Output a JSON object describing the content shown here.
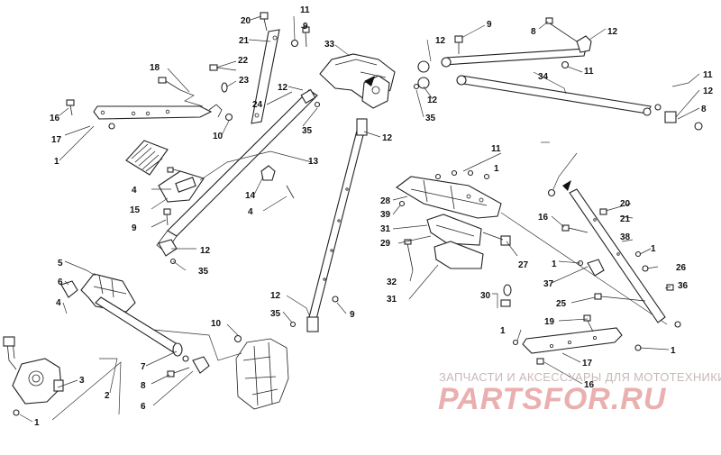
{
  "callouts": [
    {
      "id": "c20a",
      "text": "20"
    },
    {
      "id": "c11a",
      "text": "11"
    },
    {
      "id": "c9a",
      "text": "9"
    },
    {
      "id": "c21a",
      "text": "21"
    },
    {
      "id": "c33",
      "text": "33"
    },
    {
      "id": "c12a",
      "text": "12"
    },
    {
      "id": "c9b",
      "text": "9"
    },
    {
      "id": "c8a",
      "text": "8"
    },
    {
      "id": "c12b",
      "text": "12"
    },
    {
      "id": "c18",
      "text": "18"
    },
    {
      "id": "c22",
      "text": "22"
    },
    {
      "id": "c23",
      "text": "23"
    },
    {
      "id": "c11b",
      "text": "11"
    },
    {
      "id": "c34",
      "text": "34"
    },
    {
      "id": "c11c",
      "text": "11"
    },
    {
      "id": "c12c",
      "text": "12"
    },
    {
      "id": "c12d",
      "text": "12"
    },
    {
      "id": "c24",
      "text": "24"
    },
    {
      "id": "c16a",
      "text": "16"
    },
    {
      "id": "c17a",
      "text": "17"
    },
    {
      "id": "c10a",
      "text": "10"
    },
    {
      "id": "c35a",
      "text": "35"
    },
    {
      "id": "c35b",
      "text": "35"
    },
    {
      "id": "c12e",
      "text": "12"
    },
    {
      "id": "c12f",
      "text": "12"
    },
    {
      "id": "c8b",
      "text": "8"
    },
    {
      "id": "c1a",
      "text": "1"
    },
    {
      "id": "c13",
      "text": "13"
    },
    {
      "id": "c4a",
      "text": "4"
    },
    {
      "id": "c11d",
      "text": "11"
    },
    {
      "id": "c1b",
      "text": "1"
    },
    {
      "id": "c14",
      "text": "14"
    },
    {
      "id": "c4b",
      "text": "4"
    },
    {
      "id": "c28",
      "text": "28"
    },
    {
      "id": "c15",
      "text": "15"
    },
    {
      "id": "c39",
      "text": "39"
    },
    {
      "id": "c20b",
      "text": "20"
    },
    {
      "id": "c31a",
      "text": "31"
    },
    {
      "id": "c16b",
      "text": "16"
    },
    {
      "id": "c21b",
      "text": "21"
    },
    {
      "id": "c9c",
      "text": "9"
    },
    {
      "id": "c29",
      "text": "29"
    },
    {
      "id": "c38",
      "text": "38"
    },
    {
      "id": "c1c",
      "text": "1"
    },
    {
      "id": "c12g",
      "text": "12"
    },
    {
      "id": "c27",
      "text": "27"
    },
    {
      "id": "c35c",
      "text": "35"
    },
    {
      "id": "c1d",
      "text": "1"
    },
    {
      "id": "c26",
      "text": "26"
    },
    {
      "id": "c32",
      "text": "32"
    },
    {
      "id": "c5",
      "text": "5"
    },
    {
      "id": "c37",
      "text": "37"
    },
    {
      "id": "c36",
      "text": "36"
    },
    {
      "id": "c6a",
      "text": "6"
    },
    {
      "id": "c31b",
      "text": "31"
    },
    {
      "id": "c12h",
      "text": "12"
    },
    {
      "id": "c30",
      "text": "30"
    },
    {
      "id": "c25",
      "text": "25"
    },
    {
      "id": "c4c",
      "text": "4"
    },
    {
      "id": "c35d",
      "text": "35"
    },
    {
      "id": "c9d",
      "text": "9"
    },
    {
      "id": "c19",
      "text": "19"
    },
    {
      "id": "c10b",
      "text": "10"
    },
    {
      "id": "c1e",
      "text": "1"
    },
    {
      "id": "c1f",
      "text": "1"
    },
    {
      "id": "c7",
      "text": "7"
    },
    {
      "id": "c17b",
      "text": "17"
    },
    {
      "id": "c3",
      "text": "3"
    },
    {
      "id": "c8c",
      "text": "8"
    },
    {
      "id": "c16c",
      "text": "16"
    },
    {
      "id": "c2",
      "text": "2"
    },
    {
      "id": "c6b",
      "text": "6"
    },
    {
      "id": "c1g",
      "text": "1"
    }
  ],
  "watermark": {
    "tagline": "ЗАПЧАСТИ И АКСЕССУАРЫ ДЛЯ МОТОТЕХНИКИ",
    "logo": "PARTSFOR.RU"
  },
  "colors": {
    "line": "#222222",
    "watermark_text": "#c9b8b8",
    "watermark_logo": "#e7a2a2"
  }
}
